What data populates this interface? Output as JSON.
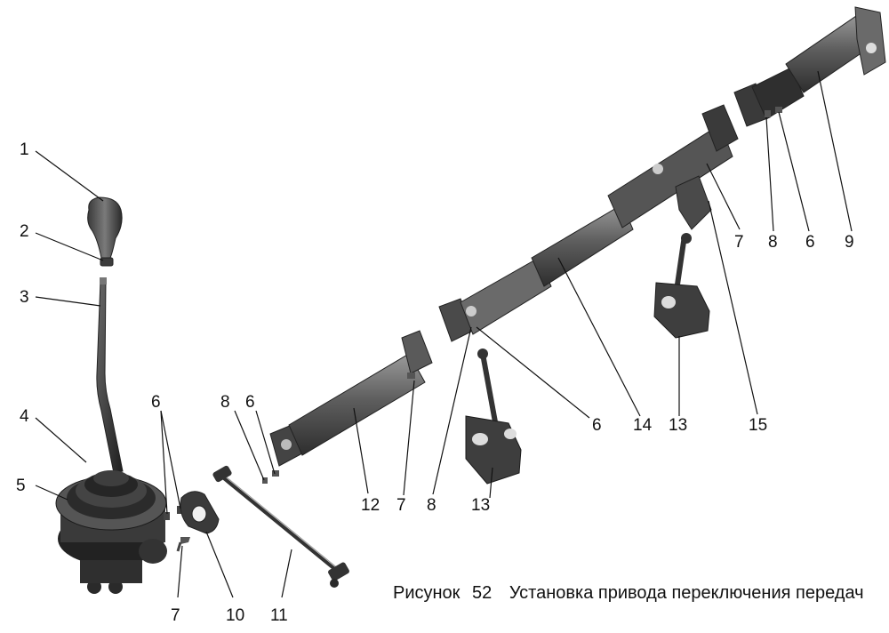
{
  "caption": {
    "prefix": "Рисунок",
    "number": "52",
    "title": "Установка привода переключения передач"
  },
  "callouts": [
    {
      "id": "c1",
      "label": "1"
    },
    {
      "id": "c2",
      "label": "2"
    },
    {
      "id": "c3",
      "label": "3"
    },
    {
      "id": "c4",
      "label": "4"
    },
    {
      "id": "c5",
      "label": "5"
    },
    {
      "id": "c6a",
      "label": "6"
    },
    {
      "id": "c7a",
      "label": "7"
    },
    {
      "id": "c10",
      "label": "10"
    },
    {
      "id": "c11",
      "label": "11"
    },
    {
      "id": "c8a",
      "label": "8"
    },
    {
      "id": "c6b",
      "label": "6"
    },
    {
      "id": "c12",
      "label": "12"
    },
    {
      "id": "c7b",
      "label": "7"
    },
    {
      "id": "c8b",
      "label": "8"
    },
    {
      "id": "c13a",
      "label": "13"
    },
    {
      "id": "c6c",
      "label": "6"
    },
    {
      "id": "c14",
      "label": "14"
    },
    {
      "id": "c13b",
      "label": "13"
    },
    {
      "id": "c15",
      "label": "15"
    },
    {
      "id": "c7c",
      "label": "7"
    },
    {
      "id": "c8c",
      "label": "8"
    },
    {
      "id": "c6d",
      "label": "6"
    },
    {
      "id": "c9",
      "label": "9"
    }
  ]
}
